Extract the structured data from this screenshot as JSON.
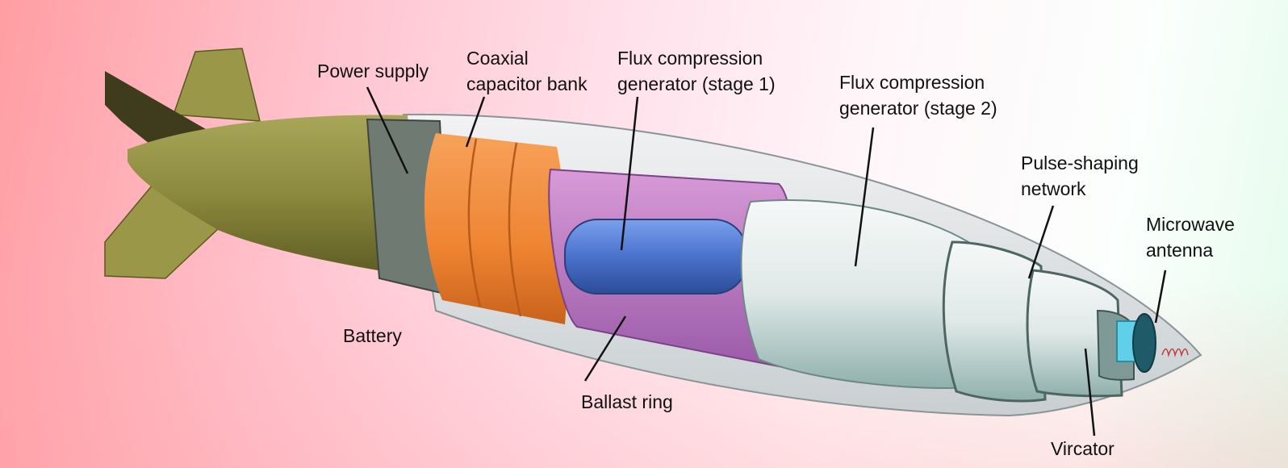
{
  "diagram": {
    "labels": {
      "power_supply": "Power supply",
      "coaxial_1": "Coaxial",
      "coaxial_2": "capacitor bank",
      "fcg1_1": "Flux compression",
      "fcg1_2": "generator (stage 1)",
      "fcg2_1": "Flux compression",
      "fcg2_2": "generator (stage 2)",
      "pulse_1": "Pulse-shaping",
      "pulse_2": "network",
      "antenna_1": "Microwave",
      "antenna_2": "antenna",
      "battery": "Battery",
      "ballast": "Ballast ring",
      "vircator": "Vircator"
    },
    "colors": {
      "casing": "#8c8a3e",
      "capacitor": "#f08a3c",
      "ballast": "#c47ac8",
      "stage1_core": "#4a78d0",
      "stage2": "#e4eeec",
      "antenna": "#5fd0e8"
    }
  }
}
